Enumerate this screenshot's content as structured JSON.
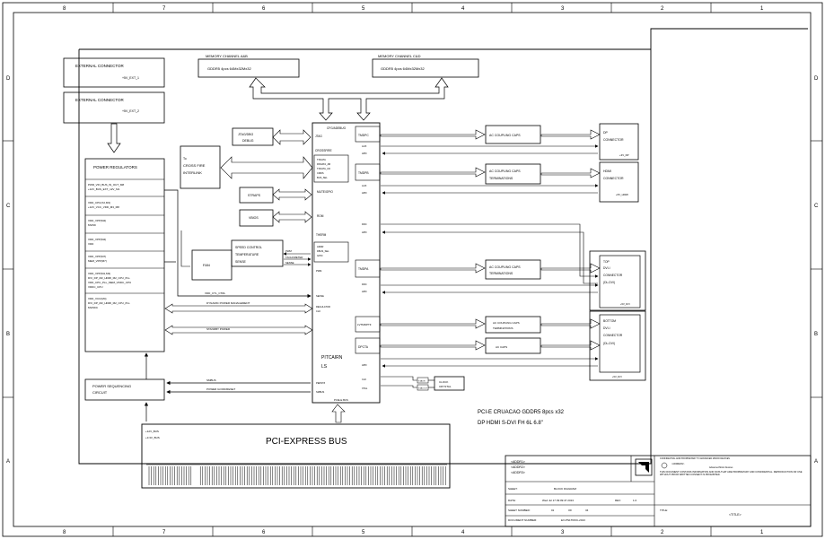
{
  "border": {
    "cols_top": [
      "8",
      "7",
      "6",
      "5",
      "4",
      "3",
      "2",
      "1"
    ],
    "cols_bottom": [
      "8",
      "7",
      "6",
      "5",
      "4",
      "3",
      "2",
      "1"
    ],
    "rows_left": [
      "D",
      "C",
      "B",
      "A"
    ],
    "rows_right": [
      "D",
      "C",
      "B",
      "A"
    ]
  },
  "external": {
    "conn1_label": "EXTERNAL CONNECTOR",
    "conn1_sub": "+5V_EXT_1",
    "conn2_label": "EXTERNAL CONNECTOR",
    "conn2_sub": "+5V_EXT_2"
  },
  "memory": {
    "a_title": "MEMORY CHANNEL A&B",
    "a_text": "GDDR5 4pcs 64Mx32Mx32",
    "c_title": "MEMORY CHANNEL C&D",
    "c_text": "GDDR5 4pcs 64Mx32Mx32"
  },
  "power": {
    "title": "POWER REGULATORS",
    "rows": [
      [
        "PWR_VIN_BUS_IN_OUT_M8",
        "+12V_BUS_EXT_12V_M1"
      ],
      [
        "VDD_CPU(X2,M3)",
        "+12V_VCC_VDD_M3_M8"
      ],
      [
        "VDD_VPP(M4)",
        "MVDD"
      ],
      [
        "VDD_VPP(M4)",
        "VDD"
      ],
      [
        "VDD_VPP(M7)",
        "MEM_VPP(M7)"
      ],
      [
        "VDD_VPP(M1,M3)",
        "DVI_DP_M2_HDMI_M2_CPU_PLL",
        "VDD_CPU_PLL_MEM_VDDC_CPU",
        "VDDC_CPU"
      ],
      [
        "VDD_VCC(M4)",
        "DVI_DP_M2_HDMI_M2_CPU_PLL",
        "MVDDC"
      ]
    ]
  },
  "left_blocks": {
    "jtag": "JTAG/DBG",
    "jtag_sub": "DEBUG",
    "crossfire_pre": "To",
    "crossfire": "CROSS FIRE",
    "crossfire2": "INTERLINK",
    "straps": "STRAPS",
    "vbios": "VBIOS",
    "fan": "FAN",
    "speed1": "SPEED CONTROL",
    "speed2": "TEMPERATURE",
    "speed3": "SENSE",
    "pws1": "POWER SEQUENCING",
    "pws2": "CIRCUIT"
  },
  "gpu": {
    "top_label": "CFG/ADEBUG",
    "jtag_pin": "JTAG",
    "gpio": "CROSSFIRE",
    "xfire_pins": [
      "TXDATA",
      "RXDATA_AB",
      "TXDATA_CD",
      "CMDS",
      "BUS_SEL"
    ],
    "gpio_label": "MUTE/GPIO",
    "rom": "ROM",
    "therm": "THERM",
    "therm_pins": [
      "ADDR",
      "DBUS_SEL",
      "GPIO"
    ],
    "pwm": "PWM",
    "clk": "CLK",
    "sense": "SENSE",
    "reg": "REGULATOR",
    "name1": "PITCAIRN",
    "name2": "LS",
    "perst": "PERST#",
    "smbus": "SMBUS",
    "bottom": "PCIE-E BUS",
    "tmdsa": "TMDPA",
    "tmdsb": "TMDPB",
    "tmdsc": "TMDPC",
    "tmdsd": "LVTMDPTF",
    "ddc": "DPCTA",
    "right_pins": [
      "AUX",
      "HPD",
      "AUX",
      "HPD",
      "DDC",
      "HPD",
      "DDC",
      "HPD",
      "HPD",
      "CLK",
      "XTAL"
    ]
  },
  "coupling": {
    "c1": "AC COUPLING CAPS",
    "c2a": "AC COUPLING CAPS",
    "c2b": "TERMINATIONS",
    "c3a": "AC COUPLING CAPS",
    "c3b": "TERMINATIONS",
    "c4a": "AC COUPLING CAPS",
    "c4b": "TERMINATIONS",
    "c5": "AC CAPS"
  },
  "connectors": {
    "dp1": "DP",
    "dp2": "CONNECTOR",
    "dp3": "+3V_DP",
    "hdmi1": "HDMI",
    "hdmi2": "CONNECTOR",
    "hdmi3": "+5V_HDMI",
    "top1": "TOP",
    "top2": "DVI-I",
    "top3": "CONNECTOR",
    "top4": "(DL-DVI)",
    "top5": "+5V_DVI",
    "bot1": "BOTTOM",
    "bot2": "DVI-I",
    "bot3": "CONNECTOR",
    "bot4": "(DL-DVI)",
    "bot5": "+5V_DVI"
  },
  "clock": {
    "line1": "CLOCK",
    "line2": "CRYSTAL",
    "xtal_in": "XTALIN",
    "xtal_out": "XTALOUT"
  },
  "signals": {
    "vdd_ctl": "VDD_CTL_CTRL",
    "dynamic": "DYNAMIC POWER MANAGEMENT",
    "standby": "STANDBY POWER",
    "sleep": "SMBUS",
    "perst": "PERST#",
    "power_good": "POWER GOOD/RESET",
    "fan_pwm": "PWM",
    "fan_tach": "TACHOMETER",
    "fan_sense": "SENSE"
  },
  "bus": {
    "label": "PCI-EXPRESS BUS",
    "sub1": "+12V_BUS",
    "sub2": "+3.3V_BUS"
  },
  "summary": {
    "line1": "PCI-E CRUACAO GDDR5 8pcs x32",
    "line2": "DP HDMI S-DVI FH 6L 6.8\""
  },
  "title_block": {
    "addr1": "<ADDR1>",
    "addr2": "<ADDR2>",
    "addr3": "<ADDR3>",
    "sheet_label": "SHEET:",
    "sheet_value": "BLOCK DIAGRAM",
    "date_label": "DATE:",
    "date_value": "Wed Jul 17 09:09:47 2013",
    "rev_label": "REV:",
    "rev_value": "1.0",
    "sheet_number_label": "SHEET NUMBER:",
    "sheet_number": "01",
    "of_label": "OF",
    "sheet_total": "34",
    "doc_label": "DOCUMENT NUMBER:",
    "doc_value": "EV-PN1TROC-2013",
    "title_label": "TITLE:",
    "title_value": "<TITLE>",
    "legal1": "CONFIDENTIAL AND PROPRIETARY TO ADVANCED MICRO DEVICES",
    "legal2": "<ADDRESS>",
    "legal3": "Advanced Micro Devices",
    "legal_body": "THIS DOCUMENT CONTAINS INFORMATION AND DATA THAT ARE PROPRIETARY AND CONFIDENTIAL. REPRODUCTION OR USE WITHOUT PRIOR WRITTEN CONSENT IS PROHIBITED."
  }
}
